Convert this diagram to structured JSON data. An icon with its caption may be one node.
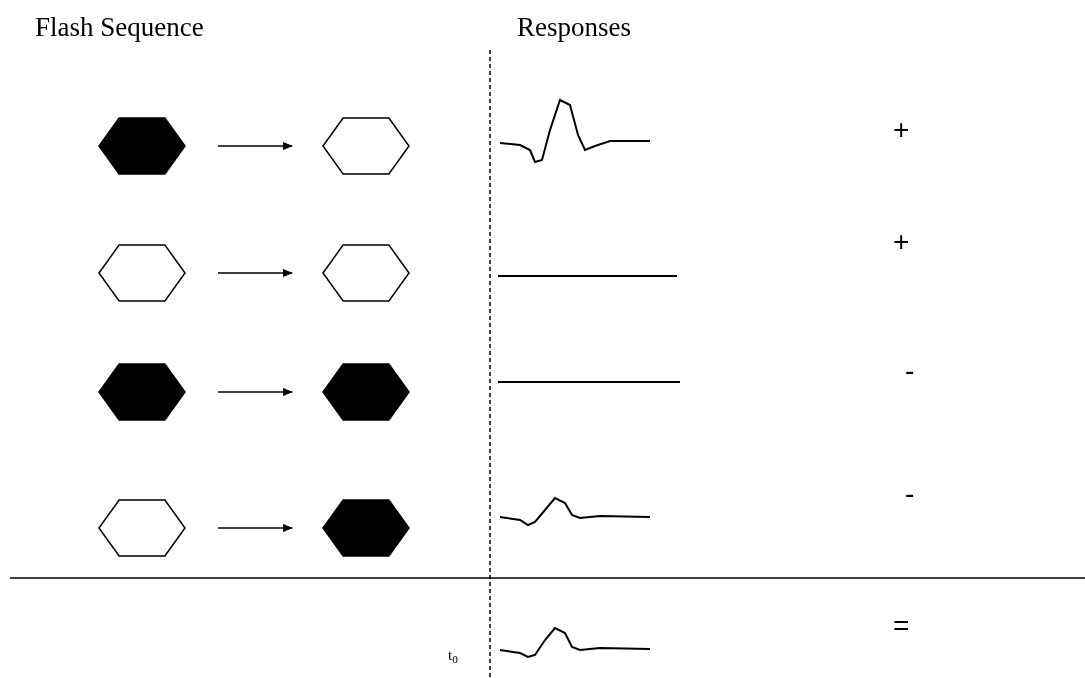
{
  "diagram": {
    "nodes": [
      {
        "text": [],
        "shape": "hexagon"
      },
      {
        "text": [],
        "shape": "hexagon"
      },
      {
        "text": [],
        "shape": "hexagon"
      },
      {
        "text": [],
        "shape": "hexagon"
      },
      {
        "text": [],
        "shape": "hexagon"
      },
      {
        "text": [],
        "shape": "hexagon"
      },
      {
        "text": [],
        "shape": "hexagon"
      },
      {
        "text": [],
        "shape": "hexagon"
      }
    ],
    "edges": [
      {
        "from": 0,
        "to": 1,
        "arrow": "to"
      },
      {
        "from": 2,
        "to": 3,
        "arrow": "to"
      },
      {
        "from": 4,
        "to": 5,
        "arrow": "to"
      },
      {
        "from": 6,
        "to": 7,
        "arrow": "to"
      }
    ],
    "labels": [
      "Flash Sequence",
      "Responses",
      "+",
      "+",
      "-",
      "-",
      "=",
      "t$_{0}$"
    ]
  }
}
